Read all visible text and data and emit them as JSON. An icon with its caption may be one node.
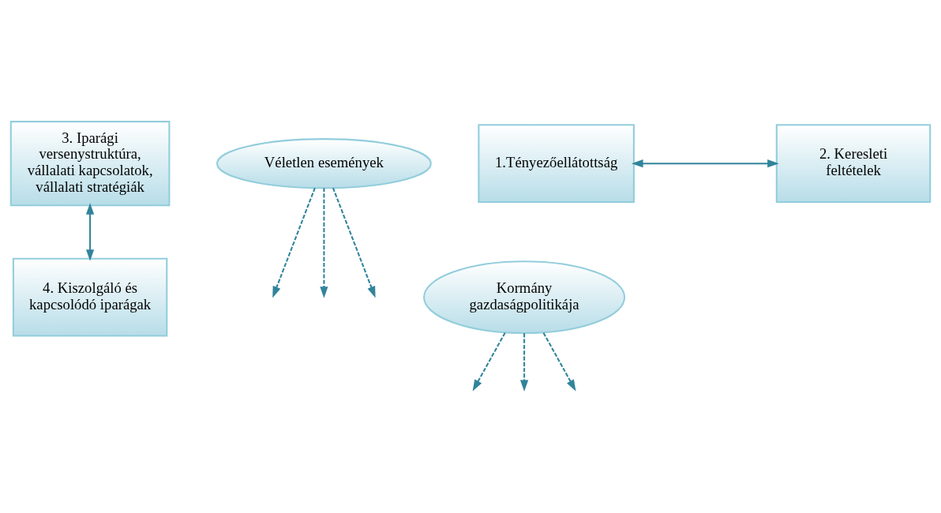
{
  "diagram": {
    "nodes": [
      {
        "text": [
          "3. Iparági versenystruktúra, vállalati kapcsolatok, vállalati stratégiák"
        ]
      },
      {
        "text": [
          "Véletlen események"
        ]
      },
      {
        "text": [
          "1.Tényezőellátottság"
        ]
      },
      {
        "text": [
          "2. Keresleti feltételek"
        ]
      },
      {
        "text": [
          "4. Kiszolgáló és kapcsolódó iparágak"
        ]
      },
      {
        "text": [
          "Kormány gazdaságpolitikája"
        ]
      }
    ],
    "edges": [
      {
        "from": 2,
        "to": 3,
        "arrow": "both"
      },
      {
        "from": 0,
        "to": 4,
        "arrow": "both"
      },
      {
        "from": 1,
        "to": null,
        "arrow": "to",
        "style": "dashed"
      },
      {
        "from": 1,
        "to": null,
        "arrow": "to",
        "style": "dashed"
      },
      {
        "from": 1,
        "to": null,
        "arrow": "to",
        "style": "dashed"
      },
      {
        "from": 5,
        "to": null,
        "arrow": "to",
        "style": "dashed"
      },
      {
        "from": 5,
        "to": null,
        "arrow": "to",
        "style": "dashed"
      },
      {
        "from": 5,
        "to": null,
        "arrow": "to",
        "style": "dashed"
      }
    ]
  }
}
